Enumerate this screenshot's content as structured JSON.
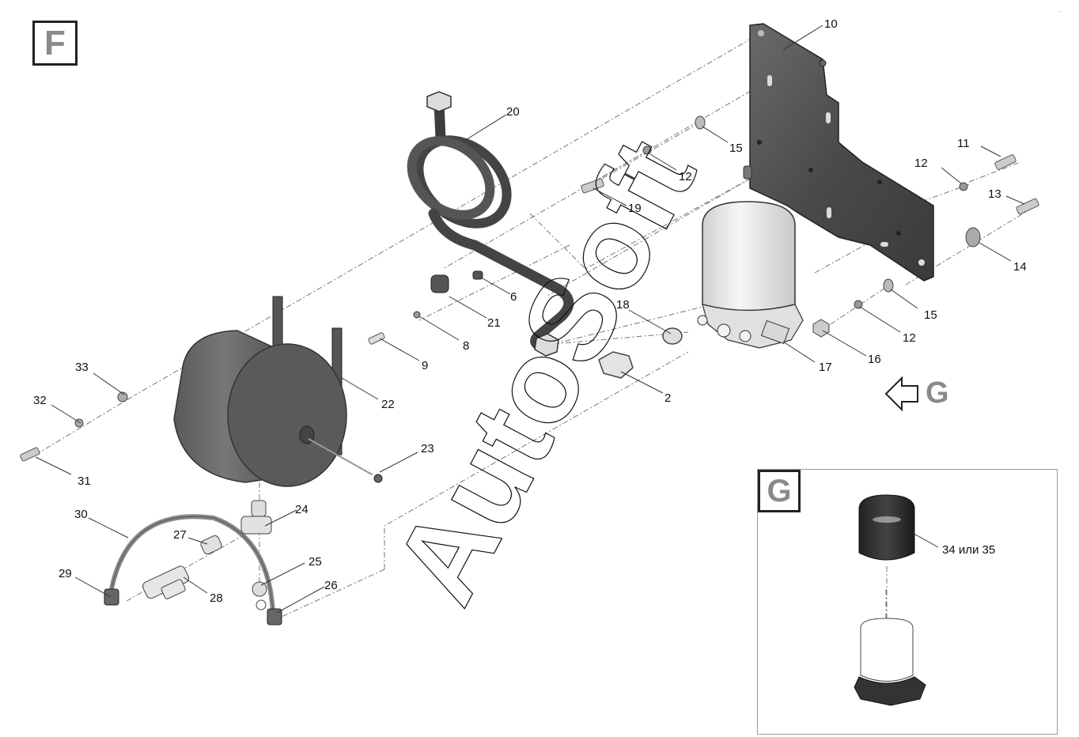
{
  "diagram": {
    "view_label": "F",
    "watermark": "AutoSoft",
    "view_reference": {
      "arrow": "arrow-left-outline",
      "label": "G"
    },
    "callouts": [
      {
        "id": "2",
        "label": "2"
      },
      {
        "id": "6",
        "label": "6"
      },
      {
        "id": "8",
        "label": "8"
      },
      {
        "id": "9",
        "label": "9"
      },
      {
        "id": "10",
        "label": "10"
      },
      {
        "id": "11",
        "label": "11"
      },
      {
        "id": "12a",
        "label": "12"
      },
      {
        "id": "12b",
        "label": "12"
      },
      {
        "id": "12c",
        "label": "12"
      },
      {
        "id": "13",
        "label": "13"
      },
      {
        "id": "14",
        "label": "14"
      },
      {
        "id": "15a",
        "label": "15"
      },
      {
        "id": "15b",
        "label": "15"
      },
      {
        "id": "16",
        "label": "16"
      },
      {
        "id": "17",
        "label": "17"
      },
      {
        "id": "18",
        "label": "18"
      },
      {
        "id": "19",
        "label": "19"
      },
      {
        "id": "20",
        "label": "20"
      },
      {
        "id": "21",
        "label": "21"
      },
      {
        "id": "22",
        "label": "22"
      },
      {
        "id": "23",
        "label": "23"
      },
      {
        "id": "24",
        "label": "24"
      },
      {
        "id": "25",
        "label": "25"
      },
      {
        "id": "26",
        "label": "26"
      },
      {
        "id": "27",
        "label": "27"
      },
      {
        "id": "28",
        "label": "28"
      },
      {
        "id": "29",
        "label": "29"
      },
      {
        "id": "30",
        "label": "30"
      },
      {
        "id": "31",
        "label": "31"
      },
      {
        "id": "32",
        "label": "32"
      },
      {
        "id": "33",
        "label": "33"
      }
    ],
    "inset": {
      "view_label": "G",
      "callout": "34 или 35"
    },
    "colors": {
      "part_dark": "#4a4a4a",
      "part_light": "#e6e6e6",
      "letter_gray": "#8a8a8a",
      "line": "#333333"
    }
  }
}
